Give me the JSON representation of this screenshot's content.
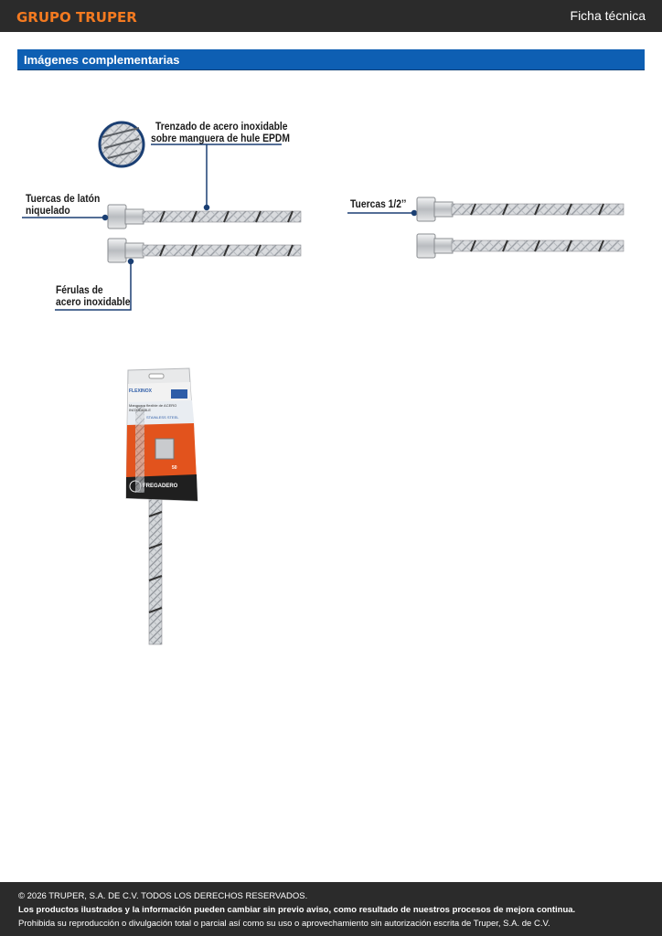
{
  "header": {
    "logo": "GRUPO TRUPER",
    "doc_type": "Ficha técnica"
  },
  "section": {
    "title": "Imágenes complementarias"
  },
  "diagram": {
    "callout_braid_1": "Trenzado de acero inoxidable",
    "callout_braid_2": "sobre manguera de hule EPDM",
    "callout_nuts_1": "Tuercas de latón",
    "callout_nuts_2": "niquelado",
    "callout_ferrules_1": "Férulas de",
    "callout_ferrules_2": "acero inoxidable",
    "callout_nuts_size": "Tuercas 1/2’’"
  },
  "package": {
    "brand": "FLEXINOX",
    "product": "FREGADERO",
    "title_es": "Manguera flexible de ACERO INOXIDABLE",
    "title_en": "STAINLESS STEEL",
    "length": "50"
  },
  "footer": {
    "copyright": "© 2026 TRUPER, S.A. DE C.V. TODOS LOS DERECHOS RESERVADOS.",
    "notice": "Los productos ilustrados y la información pueden cambiar sin previo aviso, como resultado de nuestros procesos de mejora continua.",
    "legal": "Prohibida su reproducción o divulgación total o parcial así como su uso o aprovechamiento sin autorización escrita de Truper, S.A. de C.V."
  }
}
